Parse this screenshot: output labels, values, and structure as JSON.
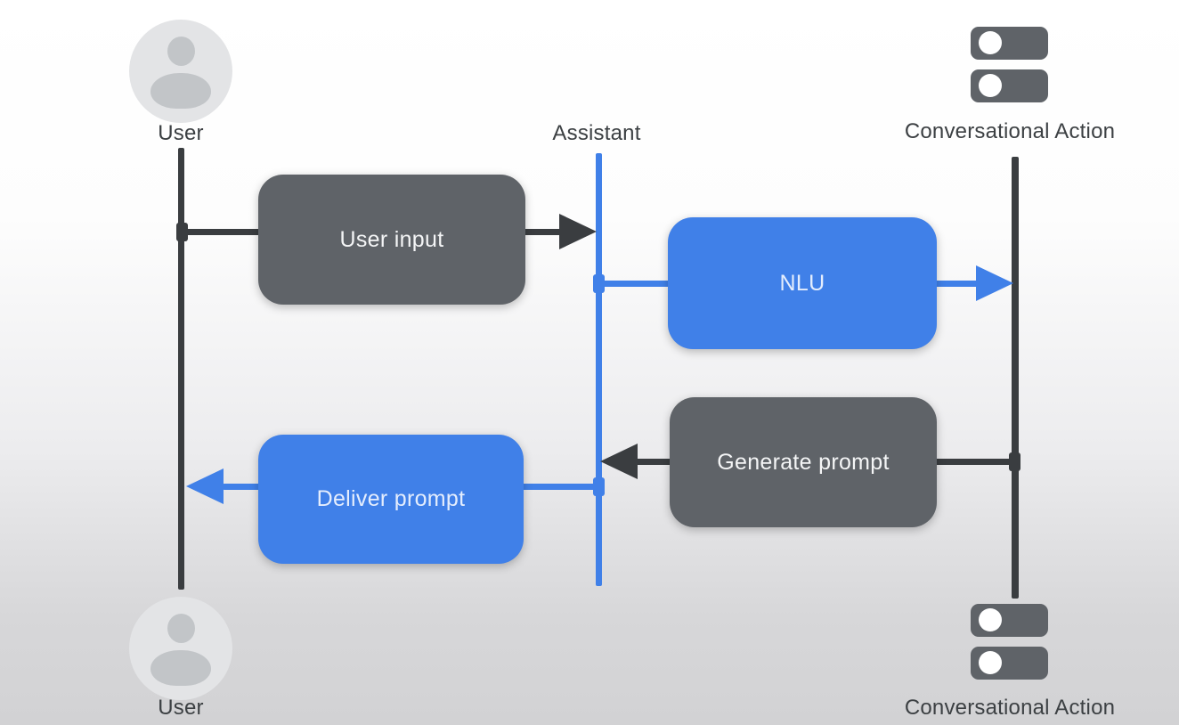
{
  "colors": {
    "accent_blue": "#4080e8",
    "box_gray": "#5f6368",
    "line_dark": "#3a3d40",
    "label_text": "#3c4043",
    "box_text_light": "#f4f5f6",
    "box_text_blue": "#e4edfd",
    "avatar_bg": "#e3e4e6",
    "avatar_fg": "#c2c5c8",
    "toggle_dot": "#ffffff"
  },
  "lanes": {
    "user": {
      "label_top": "User",
      "label_bottom": "User",
      "icon": "person-avatar-icon"
    },
    "assistant": {
      "label_top": "Assistant"
    },
    "conversational_action": {
      "label_top": "Conversational Action",
      "label_bottom": "Conversational Action",
      "icon": "toggle-switches-icon"
    }
  },
  "messages": [
    {
      "label": "User input",
      "from": "User",
      "to": "Assistant",
      "style": "gray",
      "direction": "right"
    },
    {
      "label": "NLU",
      "from": "Assistant",
      "to": "Conversational Action",
      "style": "blue",
      "direction": "right"
    },
    {
      "label": "Generate prompt",
      "from": "Conversational Action",
      "to": "Assistant",
      "style": "gray",
      "direction": "left"
    },
    {
      "label": "Deliver prompt",
      "from": "Assistant",
      "to": "User",
      "style": "blue",
      "direction": "left"
    }
  ]
}
